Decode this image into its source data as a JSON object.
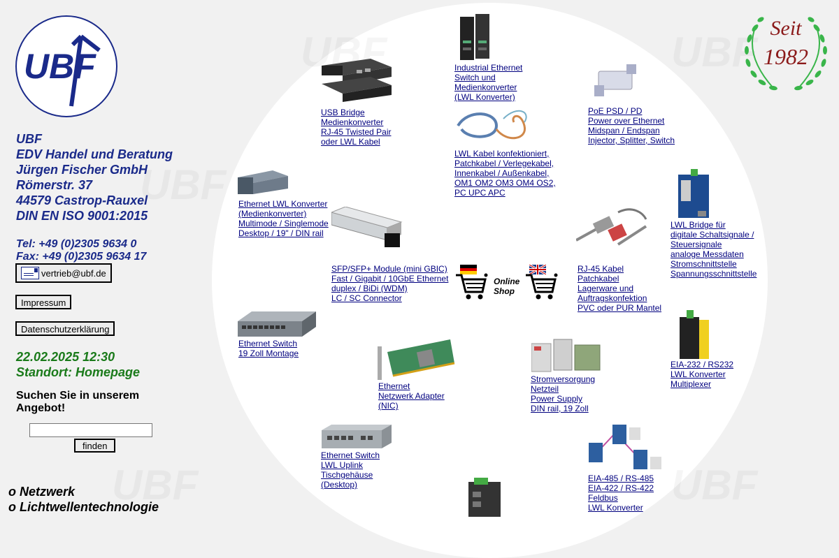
{
  "company": {
    "logo_text": "UBF",
    "lines": [
      "UBF",
      "EDV Handel und Beratung",
      "Jürgen Fischer GmbH",
      "Römerstr. 37",
      "44579 Castrop-Rauxel",
      "DIN EN ISO 9001:2015"
    ],
    "tel": "Tel: +49 (0)2305 9634 0",
    "fax": "Fax: +49 (0)2305 9634 17"
  },
  "buttons": {
    "email": "vertrieb@ubf.de",
    "impressum": "Impressum",
    "datenschutz": "Datenschutzerklärung",
    "find": "finden"
  },
  "status": {
    "datetime": "22.02.2025 12:30",
    "location": "Standort: Homepage"
  },
  "search": {
    "label": "Suchen Sie in unserem Angebot!",
    "value": ""
  },
  "menu": [
    "o Netzwerk",
    "o Lichtwellentechnologie"
  ],
  "badge": {
    "line1": "Seit",
    "line2": "1982"
  },
  "shop": {
    "line1": "Online",
    "line2": "Shop"
  },
  "products": [
    {
      "id": "industrial-ethernet",
      "lines": [
        "Industrial Ethernet",
        "Switch und",
        "Medienkonverter",
        "(LWL Konverter)"
      ]
    },
    {
      "id": "usb-bridge",
      "lines": [
        "USB Bridge",
        "Medienkonverter",
        "RJ-45 Twisted Pair",
        "oder LWL Kabel"
      ]
    },
    {
      "id": "poe",
      "lines": [
        "PoE PSD / PD",
        "Power over Ethernet",
        "Midspan / Endspan",
        "Injector, Splitter, Switch"
      ]
    },
    {
      "id": "lwl-kabel",
      "lines": [
        "LWL Kabel konfektioniert,",
        "Patchkabel / Verlegekabel,",
        "Innenkabel / Außenkabel,",
        "OM1 OM2 OM3 OM4 OS2,",
        "PC UPC APC"
      ]
    },
    {
      "id": "lwl-konverter",
      "lines": [
        "Ethernet LWL Konverter",
        "(Medienkonverter)",
        "Multimode / Singlemode",
        "Desktop / 19\" / DIN rail"
      ]
    },
    {
      "id": "lwl-bridge",
      "lines": [
        "LWL Bridge für",
        "digitale Schaltsignale /",
        "Steuersignale",
        "analoge Messdaten",
        "Stromschnittstelle",
        "Spannungsschnittstelle"
      ]
    },
    {
      "id": "sfp",
      "lines": [
        "SFP/SFP+ Module (mini GBIC)",
        "Fast / Gigabit / 10GbE Ethernet",
        "duplex / BiDi (WDM)",
        "LC / SC Connector"
      ]
    },
    {
      "id": "rj45",
      "lines": [
        "RJ-45 Kabel",
        "Patchkabel",
        "Lagerware und",
        "Auftragskonfektion",
        "PVC oder PUR Mantel"
      ]
    },
    {
      "id": "switch-19",
      "lines": [
        "Ethernet Switch",
        "19 Zoll Montage"
      ]
    },
    {
      "id": "nic",
      "lines": [
        "Ethernet",
        "Netzwerk Adapter",
        "(NIC)"
      ]
    },
    {
      "id": "power",
      "lines": [
        "Stromversorgung",
        "Netzteil",
        "Power Supply",
        "DIN rail, 19 Zoll"
      ]
    },
    {
      "id": "eia232",
      "lines": [
        "EIA-232 / RS232",
        "LWL Konverter",
        "Multiplexer"
      ]
    },
    {
      "id": "switch-desktop",
      "lines": [
        "Ethernet Switch",
        "LWL Uplink",
        "Tischgehäuse",
        "(Desktop)"
      ]
    },
    {
      "id": "eia485",
      "lines": [
        "EIA-485 / RS-485",
        "EIA-422 / RS-422",
        "Feldbus",
        "LWL Konverter"
      ]
    }
  ],
  "colors": {
    "brand": "#1a2a8a",
    "link": "#00007f",
    "date": "#1a7a1a",
    "badge": "#8b1a1a",
    "wreath": "#39b54a"
  }
}
